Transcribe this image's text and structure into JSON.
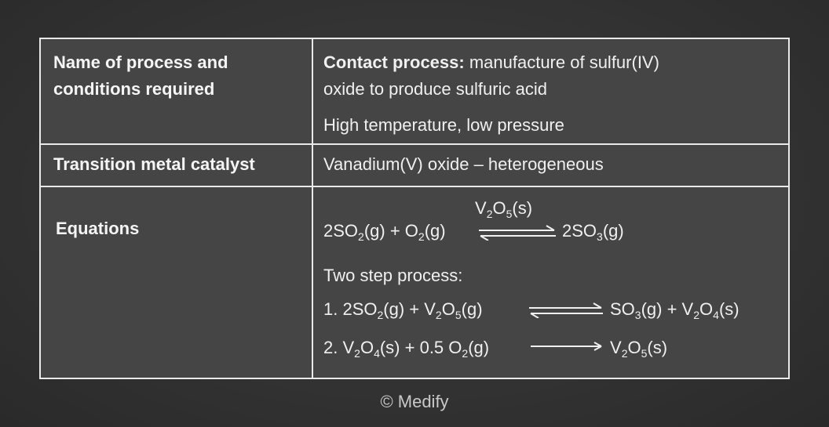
{
  "table": {
    "row1": {
      "label_line1": "Name of process and",
      "label_line2": "conditions required",
      "process_name": "Contact process:",
      "description_line1": " manufacture of sulfur(IV)",
      "description_line2": "oxide to produce sulfuric acid",
      "conditions": "High temperature, low pressure"
    },
    "row2": {
      "label": "Transition metal catalyst",
      "value": "Vanadium(V) oxide – heterogeneous"
    },
    "row3": {
      "label": "Equations",
      "catalyst_above_arrow": "V₂O₅(s)",
      "main_equation_left": "2SO₂(g) + O₂(g)",
      "main_equation_right": "2SO₃(g)",
      "two_step_heading": "Two step process:",
      "step1_left": "1. 2SO₂(g) + V₂O₅(g)",
      "step1_right": "SO₃(g) + V₂O₄(s)",
      "step2_left": "2. V₂O₄(s) + 0.5 O₂(g)",
      "step2_right": "V₂O₅(s)"
    }
  },
  "footer": {
    "copyright": "© Medify"
  },
  "colors": {
    "background": "#2c2c2c",
    "panel": "#454545",
    "lines": "#e9e9e9",
    "text": "#f0f0f0"
  }
}
